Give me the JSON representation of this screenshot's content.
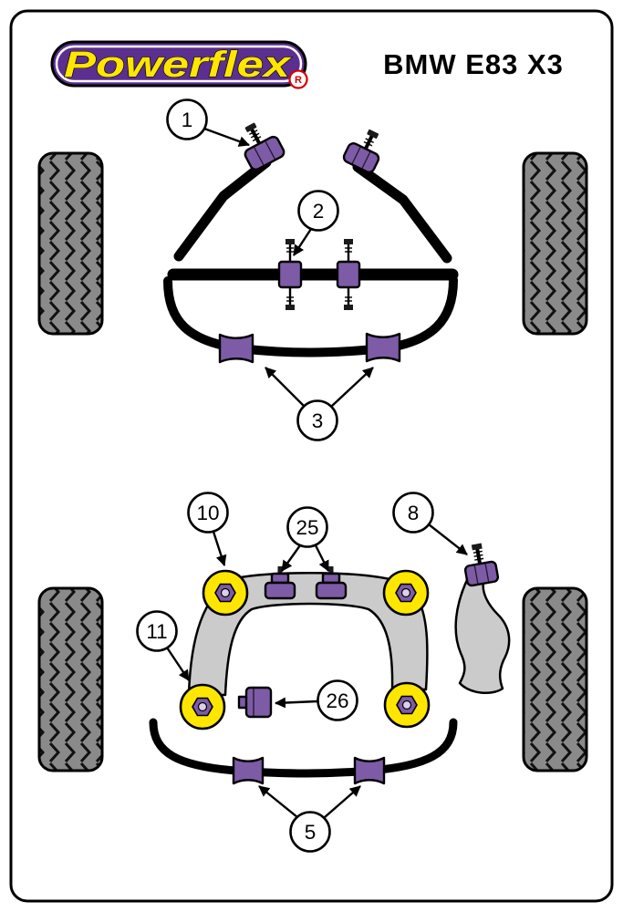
{
  "header": {
    "brand": "Powerflex",
    "registered_mark": "R",
    "model_title": "BMW E83 X3"
  },
  "colors": {
    "purple": "#7d5ba6",
    "logo_purple": "#5b2f8f",
    "yellow": "#ffe600",
    "tire_gray": "#8a8a8a",
    "frame_gray": "#cbcbcb",
    "accent_red": "#d40000",
    "bush_center": "#d9d0ea"
  },
  "callouts": {
    "c1": "1",
    "c2": "2",
    "c3": "3",
    "c5": "5",
    "c8": "8",
    "c10": "10",
    "c11": "11",
    "c25": "25",
    "c26": "26"
  }
}
